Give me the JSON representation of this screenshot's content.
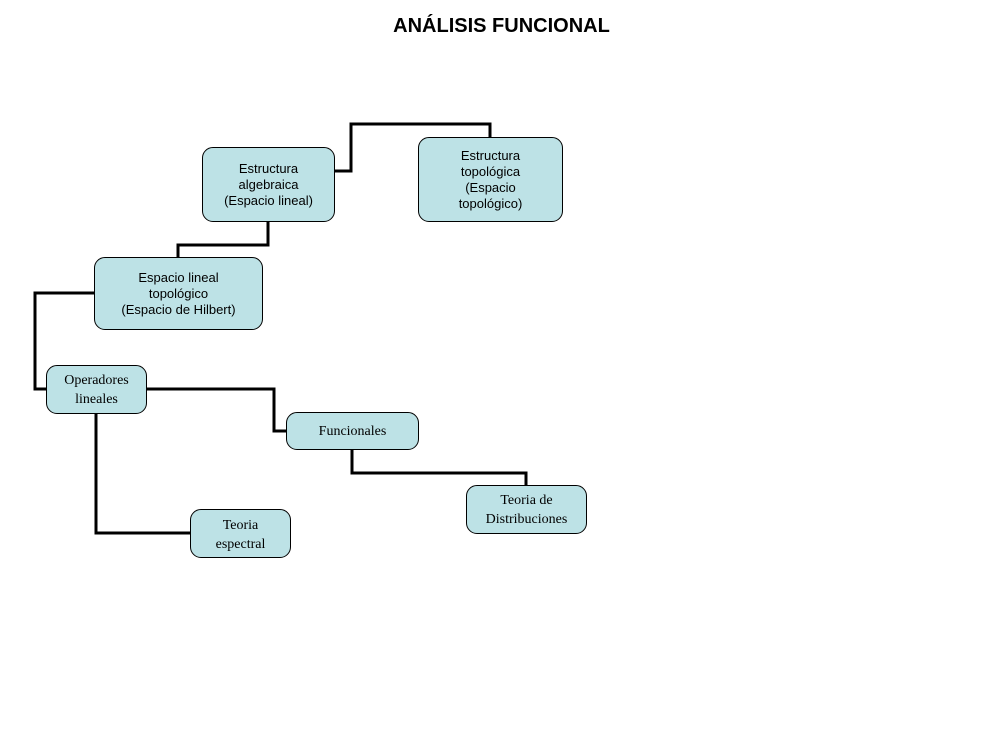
{
  "diagram": {
    "title": "ANÁLISIS FUNCIONAL",
    "nodes": {
      "estructura_algebraica": "Estructura\nalgebraica\n(Espacio lineal)",
      "estructura_topologica": "Estructura\ntopológica\n(Espacio\ntopológico)",
      "espacio_hilbert": "Espacio lineal\ntopológico\n(Espacio de Hilbert)",
      "operadores_lineales": "Operadores\nlineales",
      "funcionales": "Funcionales",
      "teoria_distribuciones": "Teoria de\nDistribuciones",
      "teoria_espectral": "Teoria\nespectral"
    },
    "colors": {
      "node_fill": "#bde2e6",
      "node_border": "#000000",
      "connector": "#000000",
      "background": "#ffffff"
    }
  }
}
